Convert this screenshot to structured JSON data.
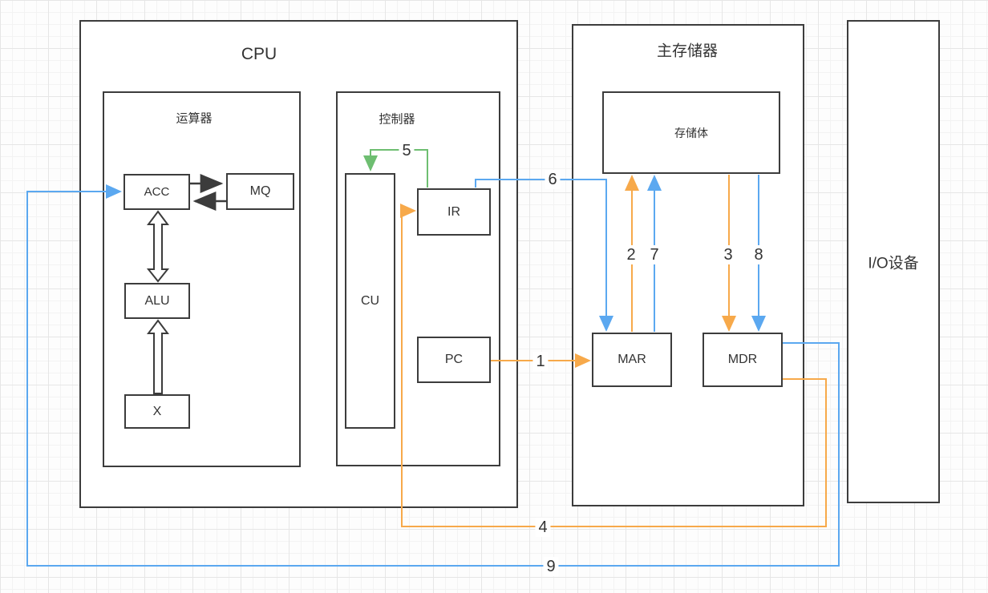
{
  "containers": {
    "cpu": {
      "label": "CPU"
    },
    "arithmetic": {
      "label": "运算器"
    },
    "control": {
      "label": "控制器"
    },
    "memory": {
      "label": "主存储器"
    },
    "io": {
      "label": "I/O设备"
    }
  },
  "blocks": {
    "acc": {
      "label": "ACC"
    },
    "mq": {
      "label": "MQ"
    },
    "alu": {
      "label": "ALU"
    },
    "x": {
      "label": "X"
    },
    "cu": {
      "label": "CU"
    },
    "ir": {
      "label": "IR"
    },
    "pc": {
      "label": "PC"
    },
    "storage": {
      "label": "存储体"
    },
    "mar": {
      "label": "MAR"
    },
    "mdr": {
      "label": "MDR"
    }
  },
  "flows": {
    "steps": [
      {
        "num": "1",
        "from": "PC",
        "to": "MAR",
        "color": "#F7A94A"
      },
      {
        "num": "2",
        "from": "MAR",
        "to": "存储体",
        "color": "#F7A94A"
      },
      {
        "num": "3",
        "from": "存储体",
        "to": "MDR",
        "color": "#F7A94A"
      },
      {
        "num": "4",
        "from": "MDR",
        "to": "IR",
        "color": "#F7A94A"
      },
      {
        "num": "5",
        "from": "IR",
        "to": "CU",
        "color": "#6EBE71"
      },
      {
        "num": "6",
        "from": "IR",
        "to": "MAR",
        "color": "#5BA8F0"
      },
      {
        "num": "7",
        "from": "MAR",
        "to": "存储体",
        "color": "#5BA8F0"
      },
      {
        "num": "8",
        "from": "存储体",
        "to": "MDR",
        "color": "#5BA8F0"
      },
      {
        "num": "9",
        "from": "MDR",
        "to": "ACC",
        "color": "#5BA8F0"
      }
    ]
  },
  "colors": {
    "instruction_fetch_orange": "#F7A94A",
    "operand_fetch_blue": "#5BA8F0",
    "decode_green": "#6EBE71",
    "shape_border": "#3c3c3c",
    "text": "#333333"
  }
}
